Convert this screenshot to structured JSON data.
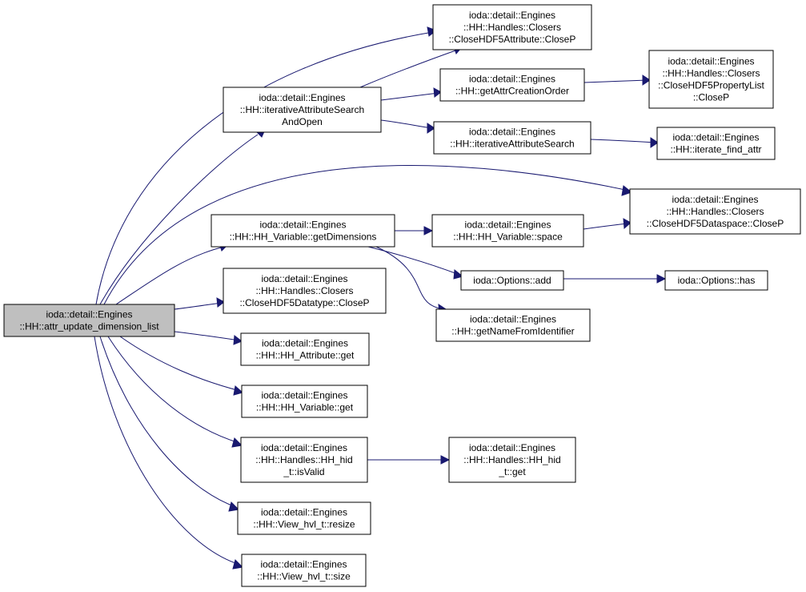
{
  "graph": {
    "colors": {
      "edge": "#191970",
      "node_border": "#000000",
      "node_fill": "#ffffff",
      "root_fill": "#bfbfbf"
    },
    "nodes": {
      "root": [
        "ioda::detail::Engines",
        "::HH::attr_update_dimension_list"
      ],
      "close_attr": [
        "ioda::detail::Engines",
        "::HH::Handles::Closers",
        "::CloseHDF5Attribute::CloseP"
      ],
      "iter_search_open": [
        "ioda::detail::Engines",
        "::HH::iterativeAttributeSearch",
        "AndOpen"
      ],
      "get_attr_order": [
        "ioda::detail::Engines",
        "::HH::getAttrCreationOrder"
      ],
      "close_proplist": [
        "ioda::detail::Engines",
        "::HH::Handles::Closers",
        "::CloseHDF5PropertyList",
        "::CloseP"
      ],
      "iter_search": [
        "ioda::detail::Engines",
        "::HH::iterativeAttributeSearch"
      ],
      "iterate_find": [
        "ioda::detail::Engines",
        "::HH::iterate_find_attr"
      ],
      "close_dataspace": [
        "ioda::detail::Engines",
        "::HH::Handles::Closers",
        "::CloseHDF5Dataspace::CloseP"
      ],
      "get_dimensions": [
        "ioda::detail::Engines",
        "::HH::HH_Variable::getDimensions"
      ],
      "var_space": [
        "ioda::detail::Engines",
        "::HH::HH_Variable::space"
      ],
      "options_add": [
        "ioda::Options::add"
      ],
      "options_has": [
        "ioda::Options::has"
      ],
      "close_datatype": [
        "ioda::detail::Engines",
        "::HH::Handles::Closers",
        "::CloseHDF5Datatype::CloseP"
      ],
      "name_from_id": [
        "ioda::detail::Engines",
        "::HH::getNameFromIdentifier"
      ],
      "attr_get": [
        "ioda::detail::Engines",
        "::HH::HH_Attribute::get"
      ],
      "var_get": [
        "ioda::detail::Engines",
        "::HH::HH_Variable::get"
      ],
      "hid_isvalid": [
        "ioda::detail::Engines",
        "::HH::Handles::HH_hid",
        "_t::isValid"
      ],
      "hid_get": [
        "ioda::detail::Engines",
        "::HH::Handles::HH_hid",
        "_t::get"
      ],
      "view_resize": [
        "ioda::detail::Engines",
        "::HH::View_hvl_t::resize"
      ],
      "view_size": [
        "ioda::detail::Engines",
        "::HH::View_hvl_t::size"
      ]
    }
  }
}
